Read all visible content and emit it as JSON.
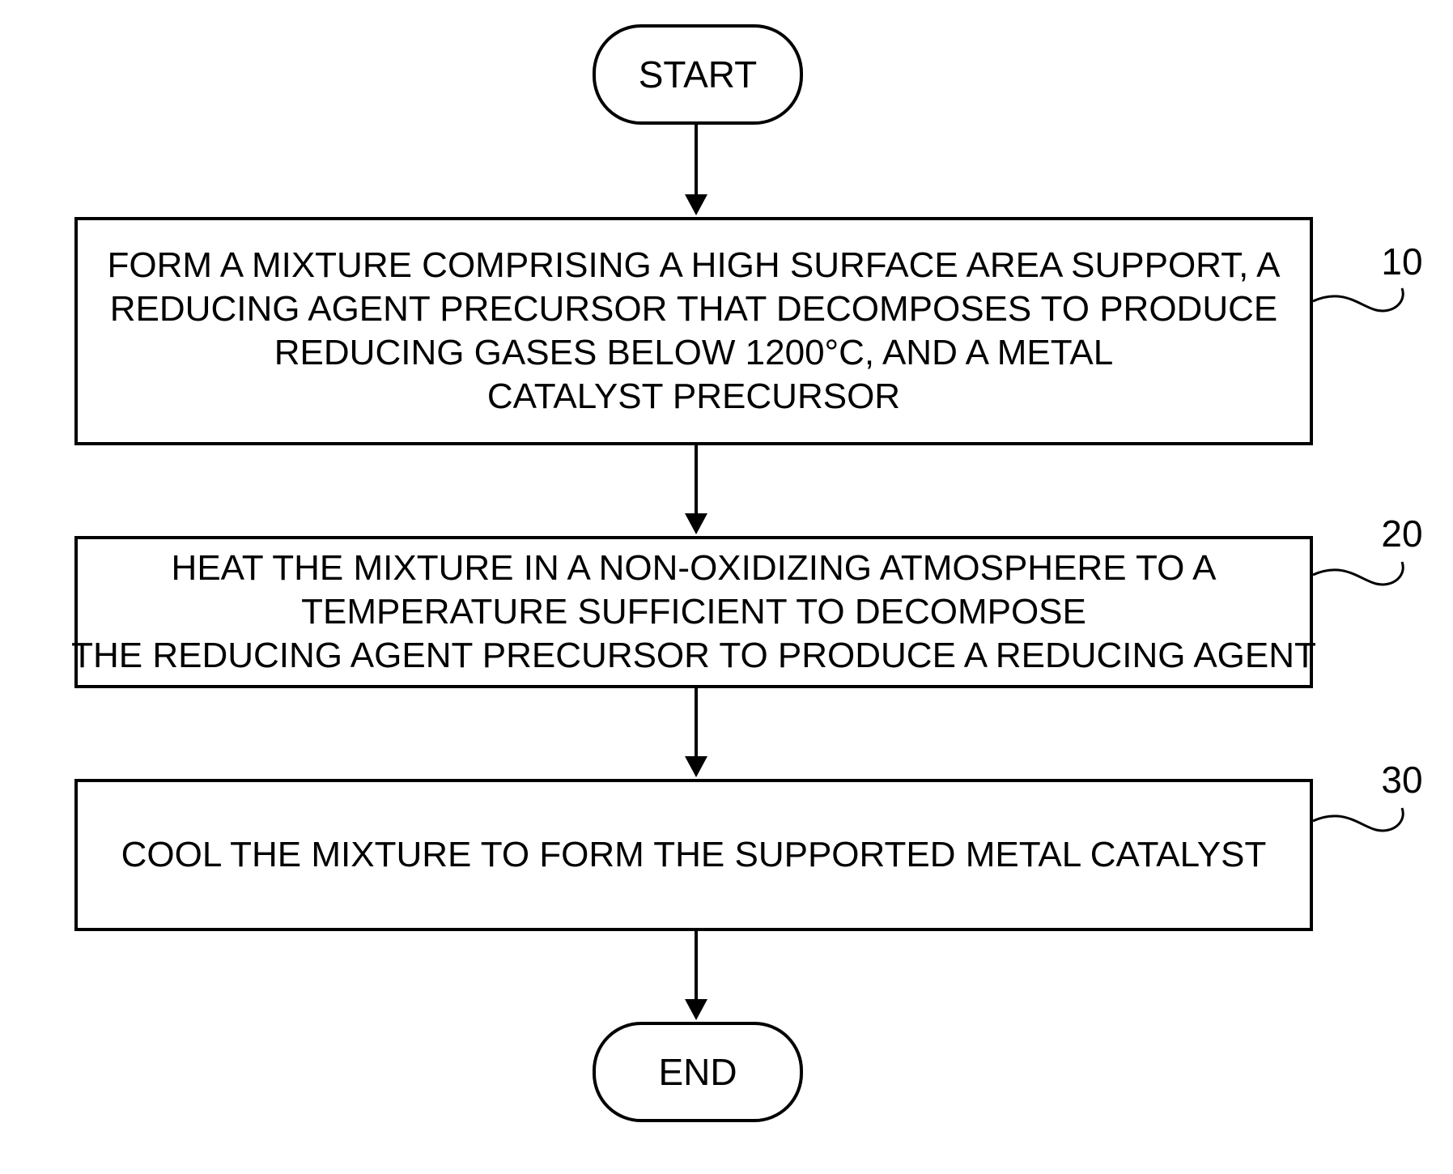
{
  "flowchart": {
    "start_label": "START",
    "end_label": "END",
    "steps": [
      {
        "ref": "10",
        "lines": [
          "FORM A MIXTURE COMPRISING A HIGH SURFACE AREA SUPPORT, A",
          "REDUCING AGENT PRECURSOR THAT DECOMPOSES TO PRODUCE",
          "REDUCING GASES BELOW 1200°C, AND A METAL",
          "CATALYST PRECURSOR"
        ]
      },
      {
        "ref": "20",
        "lines": [
          "HEAT THE MIXTURE IN A NON-OXIDIZING ATMOSPHERE TO A",
          "TEMPERATURE SUFFICIENT TO DECOMPOSE",
          "THE REDUCING AGENT PRECURSOR TO PRODUCE A REDUCING AGENT"
        ]
      },
      {
        "ref": "30",
        "lines": [
          "COOL THE MIXTURE TO FORM THE SUPPORTED METAL CATALYST"
        ]
      }
    ]
  }
}
